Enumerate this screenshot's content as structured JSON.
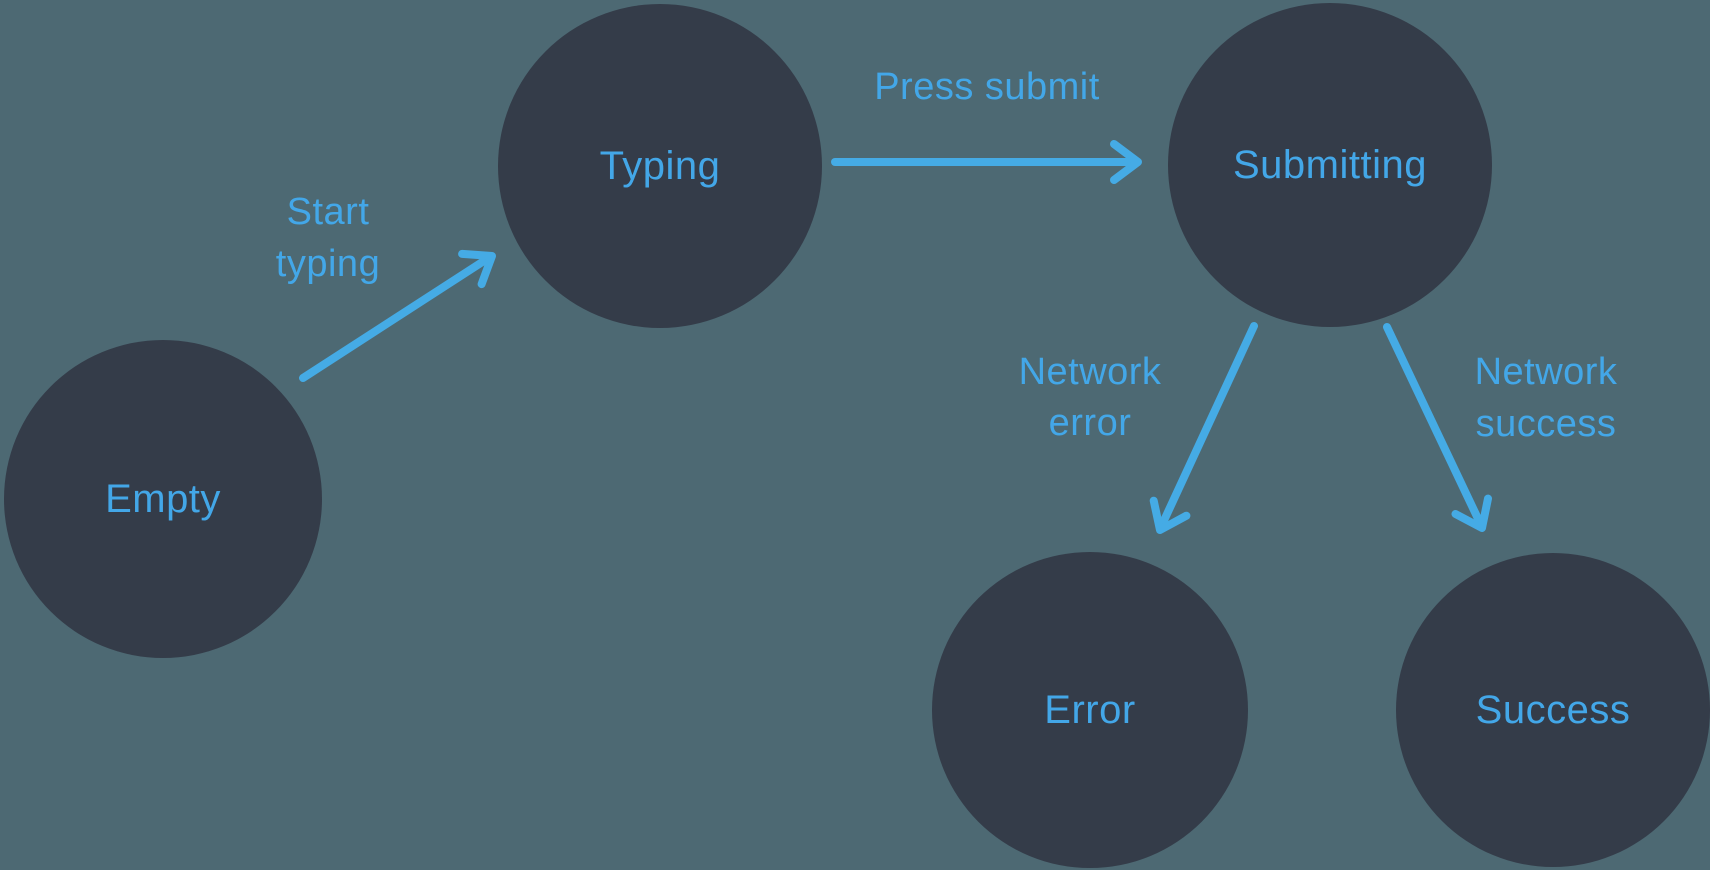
{
  "colors": {
    "background": "#4d6973",
    "node_fill": "#343c49",
    "accent_text": "#43a7e8",
    "arrow": "#45abe5"
  },
  "diagram": {
    "type": "state-machine",
    "nodes": [
      {
        "id": "empty",
        "label": "Empty"
      },
      {
        "id": "typing",
        "label": "Typing"
      },
      {
        "id": "submitting",
        "label": "Submitting"
      },
      {
        "id": "error",
        "label": "Error"
      },
      {
        "id": "success",
        "label": "Success"
      }
    ],
    "edges": [
      {
        "id": "start-typing",
        "from": "empty",
        "to": "typing",
        "label": "Start typing",
        "lines": [
          "Start",
          "typing"
        ]
      },
      {
        "id": "press-submit",
        "from": "typing",
        "to": "submitting",
        "label": "Press submit",
        "lines": [
          "Press submit"
        ]
      },
      {
        "id": "network-error",
        "from": "submitting",
        "to": "error",
        "label": "Network error",
        "lines": [
          "Network",
          "error"
        ]
      },
      {
        "id": "network-success",
        "from": "submitting",
        "to": "success",
        "label": "Network success",
        "lines": [
          "Network",
          "success"
        ]
      }
    ]
  }
}
